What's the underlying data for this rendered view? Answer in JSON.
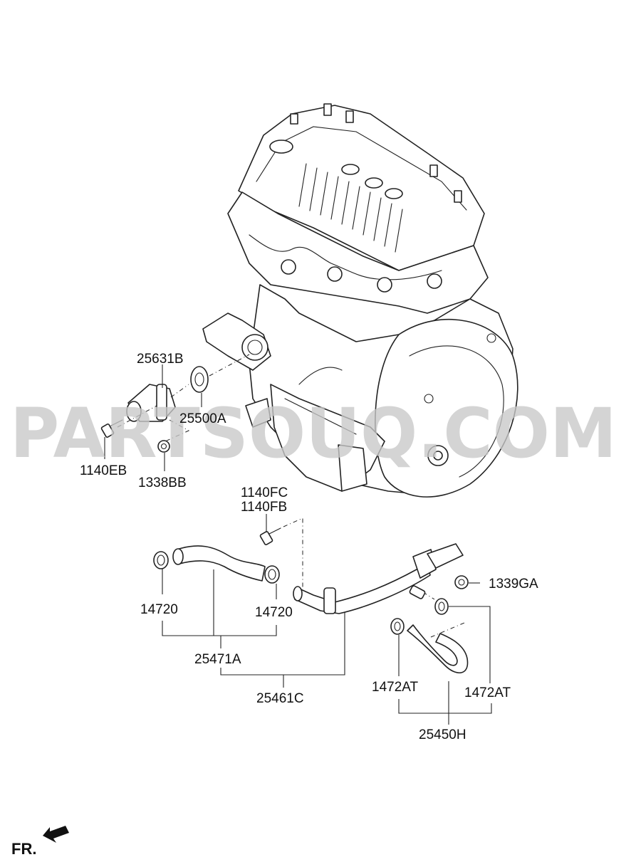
{
  "diagram": {
    "labels": {
      "p25631B": "25631B",
      "p25500A": "25500A",
      "p1140EB": "1140EB",
      "p1338BB": "1338BB",
      "p1140FC": "1140FC",
      "p1140FB": "1140FB",
      "p14720_left": "14720",
      "p14720_right": "14720",
      "p25471A": "25471A",
      "p25461C": "25461C",
      "p1339GA": "1339GA",
      "p1472AT_left": "1472AT",
      "p1472AT_right": "1472AT",
      "p25450H": "25450H"
    },
    "watermark": "PARTSOUQ.COM",
    "direction": "FR."
  }
}
